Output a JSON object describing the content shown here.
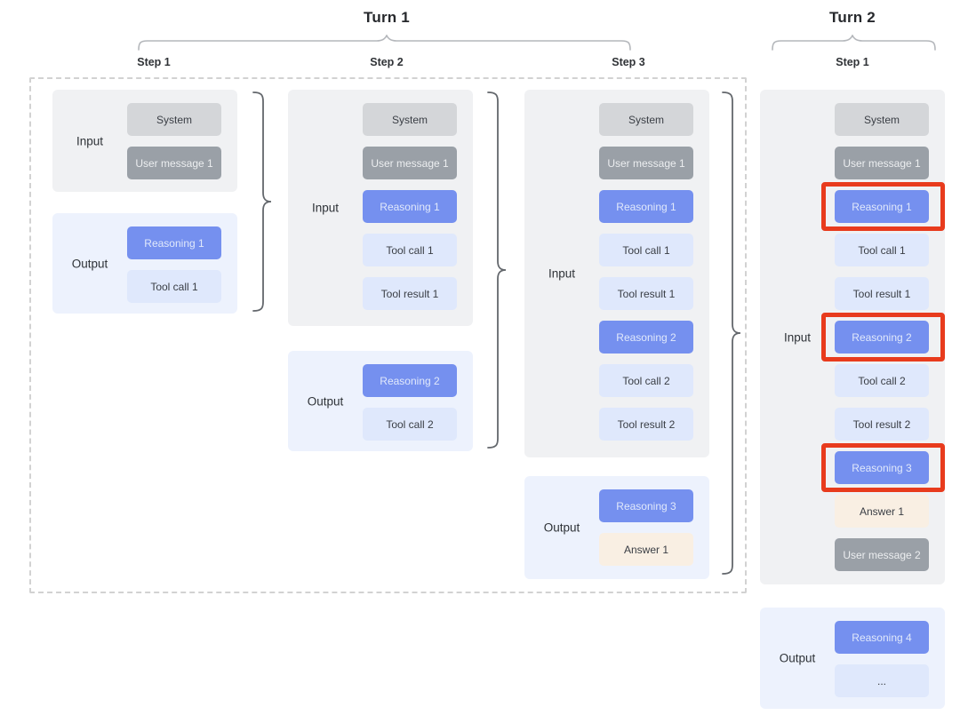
{
  "turn1": {
    "title": "Turn 1",
    "steps": [
      "Step 1",
      "Step 2",
      "Step 3"
    ]
  },
  "turn2": {
    "title": "Turn 2",
    "steps": [
      "Step 1"
    ]
  },
  "columns": [
    {
      "name": "turn1-step1",
      "input": {
        "label": "Input",
        "boxes": [
          {
            "text": "System",
            "type": "system"
          },
          {
            "text": "User message 1",
            "type": "user"
          }
        ]
      },
      "output": {
        "label": "Output",
        "boxes": [
          {
            "text": "Reasoning 1",
            "type": "reasoning"
          },
          {
            "text": "Tool call 1",
            "type": "tool"
          }
        ]
      }
    },
    {
      "name": "turn1-step2",
      "input": {
        "label": "Input",
        "boxes": [
          {
            "text": "System",
            "type": "system"
          },
          {
            "text": "User message 1",
            "type": "user"
          },
          {
            "text": "Reasoning 1",
            "type": "reasoning"
          },
          {
            "text": "Tool call 1",
            "type": "tool"
          },
          {
            "text": "Tool result 1",
            "type": "tool"
          }
        ]
      },
      "output": {
        "label": "Output",
        "boxes": [
          {
            "text": "Reasoning 2",
            "type": "reasoning"
          },
          {
            "text": "Tool call 2",
            "type": "tool"
          }
        ]
      }
    },
    {
      "name": "turn1-step3",
      "input": {
        "label": "Input",
        "boxes": [
          {
            "text": "System",
            "type": "system"
          },
          {
            "text": "User message 1",
            "type": "user"
          },
          {
            "text": "Reasoning 1",
            "type": "reasoning"
          },
          {
            "text": "Tool call 1",
            "type": "tool"
          },
          {
            "text": "Tool result 1",
            "type": "tool"
          },
          {
            "text": "Reasoning 2",
            "type": "reasoning"
          },
          {
            "text": "Tool call 2",
            "type": "tool"
          },
          {
            "text": "Tool result 2",
            "type": "tool"
          }
        ]
      },
      "output": {
        "label": "Output",
        "boxes": [
          {
            "text": "Reasoning 3",
            "type": "reasoning"
          },
          {
            "text": "Answer 1",
            "type": "answer"
          }
        ]
      }
    },
    {
      "name": "turn2-step1",
      "input": {
        "label": "Input",
        "boxes": [
          {
            "text": "System",
            "type": "system"
          },
          {
            "text": "User message 1",
            "type": "user"
          },
          {
            "text": "Reasoning 1",
            "type": "reasoning",
            "highlighted": true
          },
          {
            "text": "Tool call 1",
            "type": "tool"
          },
          {
            "text": "Tool result 1",
            "type": "tool"
          },
          {
            "text": "Reasoning 2",
            "type": "reasoning",
            "highlighted": true
          },
          {
            "text": "Tool call 2",
            "type": "tool"
          },
          {
            "text": "Tool result 2",
            "type": "tool"
          },
          {
            "text": "Reasoning 3",
            "type": "reasoning",
            "highlighted": true
          },
          {
            "text": "Answer 1",
            "type": "answer"
          },
          {
            "text": "User message 2",
            "type": "user"
          }
        ]
      },
      "output": {
        "label": "Output",
        "boxes": [
          {
            "text": "Reasoning 4",
            "type": "reasoning"
          },
          {
            "text": "...",
            "type": "tool"
          }
        ]
      }
    }
  ],
  "colors": {
    "reasoning_blue": "#7590ef",
    "highlight_red": "#e83b1d",
    "system_gray": "#d4d6d9",
    "user_message_gray": "#9aa0a7",
    "tool_light_blue": "#dfe8fc",
    "answer_cream": "#f9efe3",
    "input_panel": "#f0f1f3",
    "output_panel": "#edf2fd"
  }
}
